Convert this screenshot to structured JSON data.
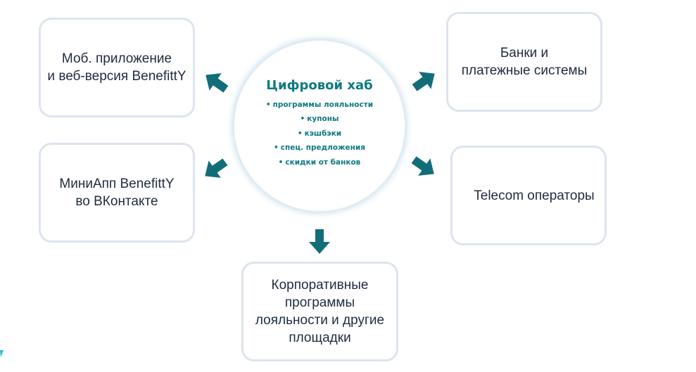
{
  "hub": {
    "title": "Цифровой хаб",
    "items": [
      "программы лояльности",
      "купоны",
      "кэшбэки",
      "спец. предложения",
      "скидки от банков"
    ]
  },
  "boxes": {
    "top_left": "Моб. приложение\nи веб-версия BenefittY",
    "mid_left": "МиниАпп BenefittY\nво ВКонтакте",
    "top_right": "Банки и\nплатежные системы",
    "mid_right": "Telecom операторы",
    "bottom": "Корпоративные\nпрограммы\nлояльности и другие\nплощадки"
  },
  "colors": {
    "accent": "#0f7a82",
    "arrow": "#136d78",
    "box_border": "#dde4ee",
    "box_text": "#1f2b3f",
    "corner_mark": "#2bb5d6"
  },
  "icons": {
    "arrow": "thick-arrow-icon",
    "bullet": "•"
  }
}
